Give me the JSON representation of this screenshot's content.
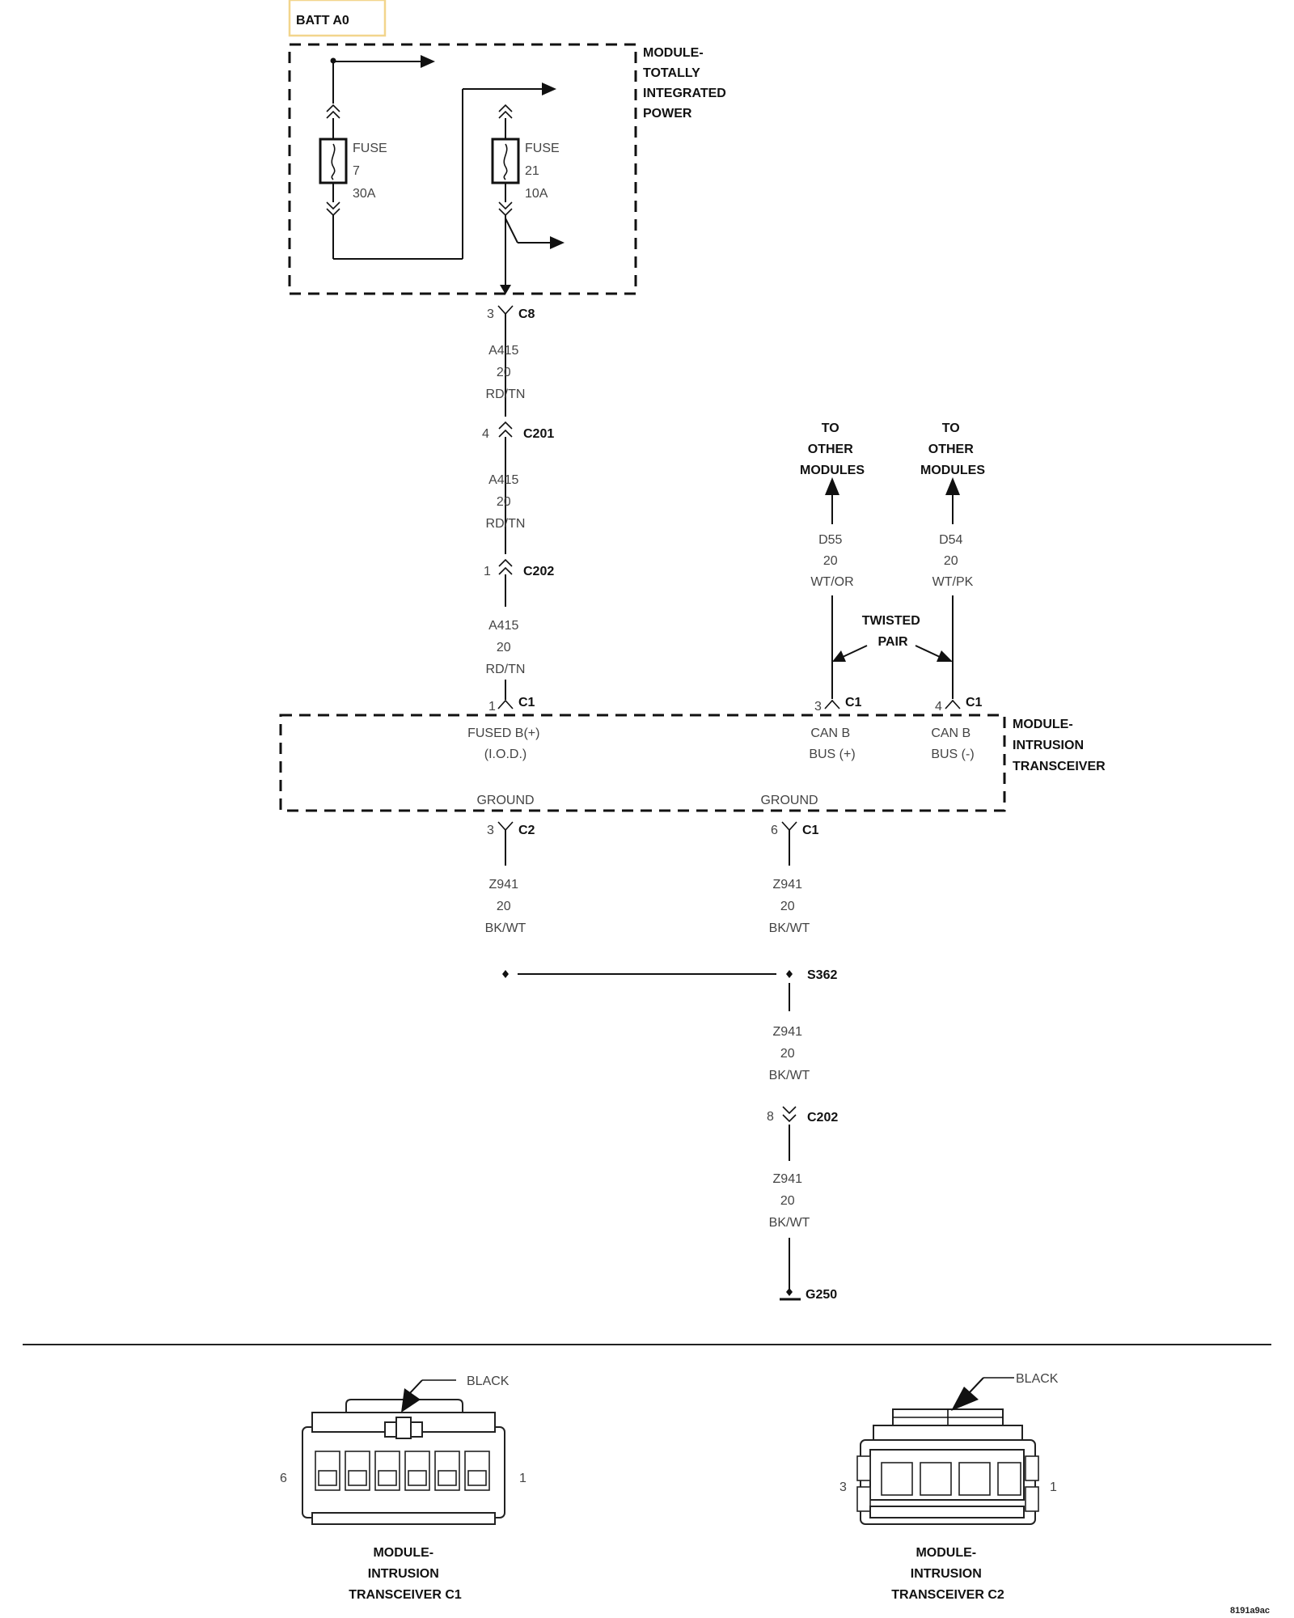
{
  "batt": {
    "label": "BATT A0"
  },
  "tip_module": {
    "lines": [
      "MODULE-",
      "TOTALLY",
      "INTEGRATED",
      "POWER"
    ]
  },
  "fuse7": {
    "lines": [
      "FUSE",
      "7",
      "30A"
    ]
  },
  "fuse21": {
    "lines": [
      "FUSE",
      "21",
      "10A"
    ]
  },
  "conn_c8": {
    "pin": "3",
    "name": "C8"
  },
  "wire_a415_1": {
    "lines": [
      "A415",
      "20",
      "RD/TN"
    ]
  },
  "conn_c201": {
    "pin": "4",
    "name": "C201"
  },
  "wire_a415_2": {
    "lines": [
      "A415",
      "20",
      "RD/TN"
    ]
  },
  "conn_c202_top": {
    "pin": "1",
    "name": "C202"
  },
  "wire_a415_3": {
    "lines": [
      "A415",
      "20",
      "RD/TN"
    ]
  },
  "conn_c1_pin1": {
    "pin": "1",
    "name": "C1"
  },
  "to_other_1": {
    "lines": [
      "TO",
      "OTHER",
      "MODULES"
    ]
  },
  "to_other_2": {
    "lines": [
      "TO",
      "OTHER",
      "MODULES"
    ]
  },
  "wire_d55": {
    "lines": [
      "D55",
      "20",
      "WT/OR"
    ]
  },
  "wire_d54": {
    "lines": [
      "D54",
      "20",
      "WT/PK"
    ]
  },
  "twisted_pair": {
    "lines": [
      "TWISTED",
      "PAIR"
    ]
  },
  "conn_c1_pin3": {
    "pin": "3",
    "name": "C1"
  },
  "conn_c1_pin4": {
    "pin": "4",
    "name": "C1"
  },
  "itm_module": {
    "lines": [
      "MODULE-",
      "INTRUSION",
      "TRANSCEIVER"
    ],
    "fused_b": [
      "FUSED B(+)",
      "(I.O.D.)"
    ],
    "can_b_plus": [
      "CAN B",
      "BUS (+)"
    ],
    "can_b_minus": [
      "CAN B",
      "BUS (-)"
    ],
    "ground_1": "GROUND",
    "ground_2": "GROUND"
  },
  "conn_c2_pin3": {
    "pin": "3",
    "name": "C2"
  },
  "conn_c1_pin6": {
    "pin": "6",
    "name": "C1"
  },
  "wire_z941_1": {
    "lines": [
      "Z941",
      "20",
      "BK/WT"
    ]
  },
  "wire_z941_2": {
    "lines": [
      "Z941",
      "20",
      "BK/WT"
    ]
  },
  "splice": {
    "name": "S362"
  },
  "wire_z941_3": {
    "lines": [
      "Z941",
      "20",
      "BK/WT"
    ]
  },
  "conn_c202_bottom": {
    "pin": "8",
    "name": "C202"
  },
  "wire_z941_4": {
    "lines": [
      "Z941",
      "20",
      "BK/WT"
    ]
  },
  "ground": {
    "name": "G250"
  },
  "connector_c1": {
    "color": "BLACK",
    "pin_left": "6",
    "pin_right": "1",
    "lines": [
      "MODULE-",
      "INTRUSION",
      "TRANSCEIVER C1"
    ]
  },
  "connector_c2": {
    "color": "BLACK",
    "pin_left": "3",
    "pin_right": "1",
    "lines": [
      "MODULE-",
      "INTRUSION",
      "TRANSCEIVER C2"
    ]
  },
  "figure_id": "8191a9ac"
}
